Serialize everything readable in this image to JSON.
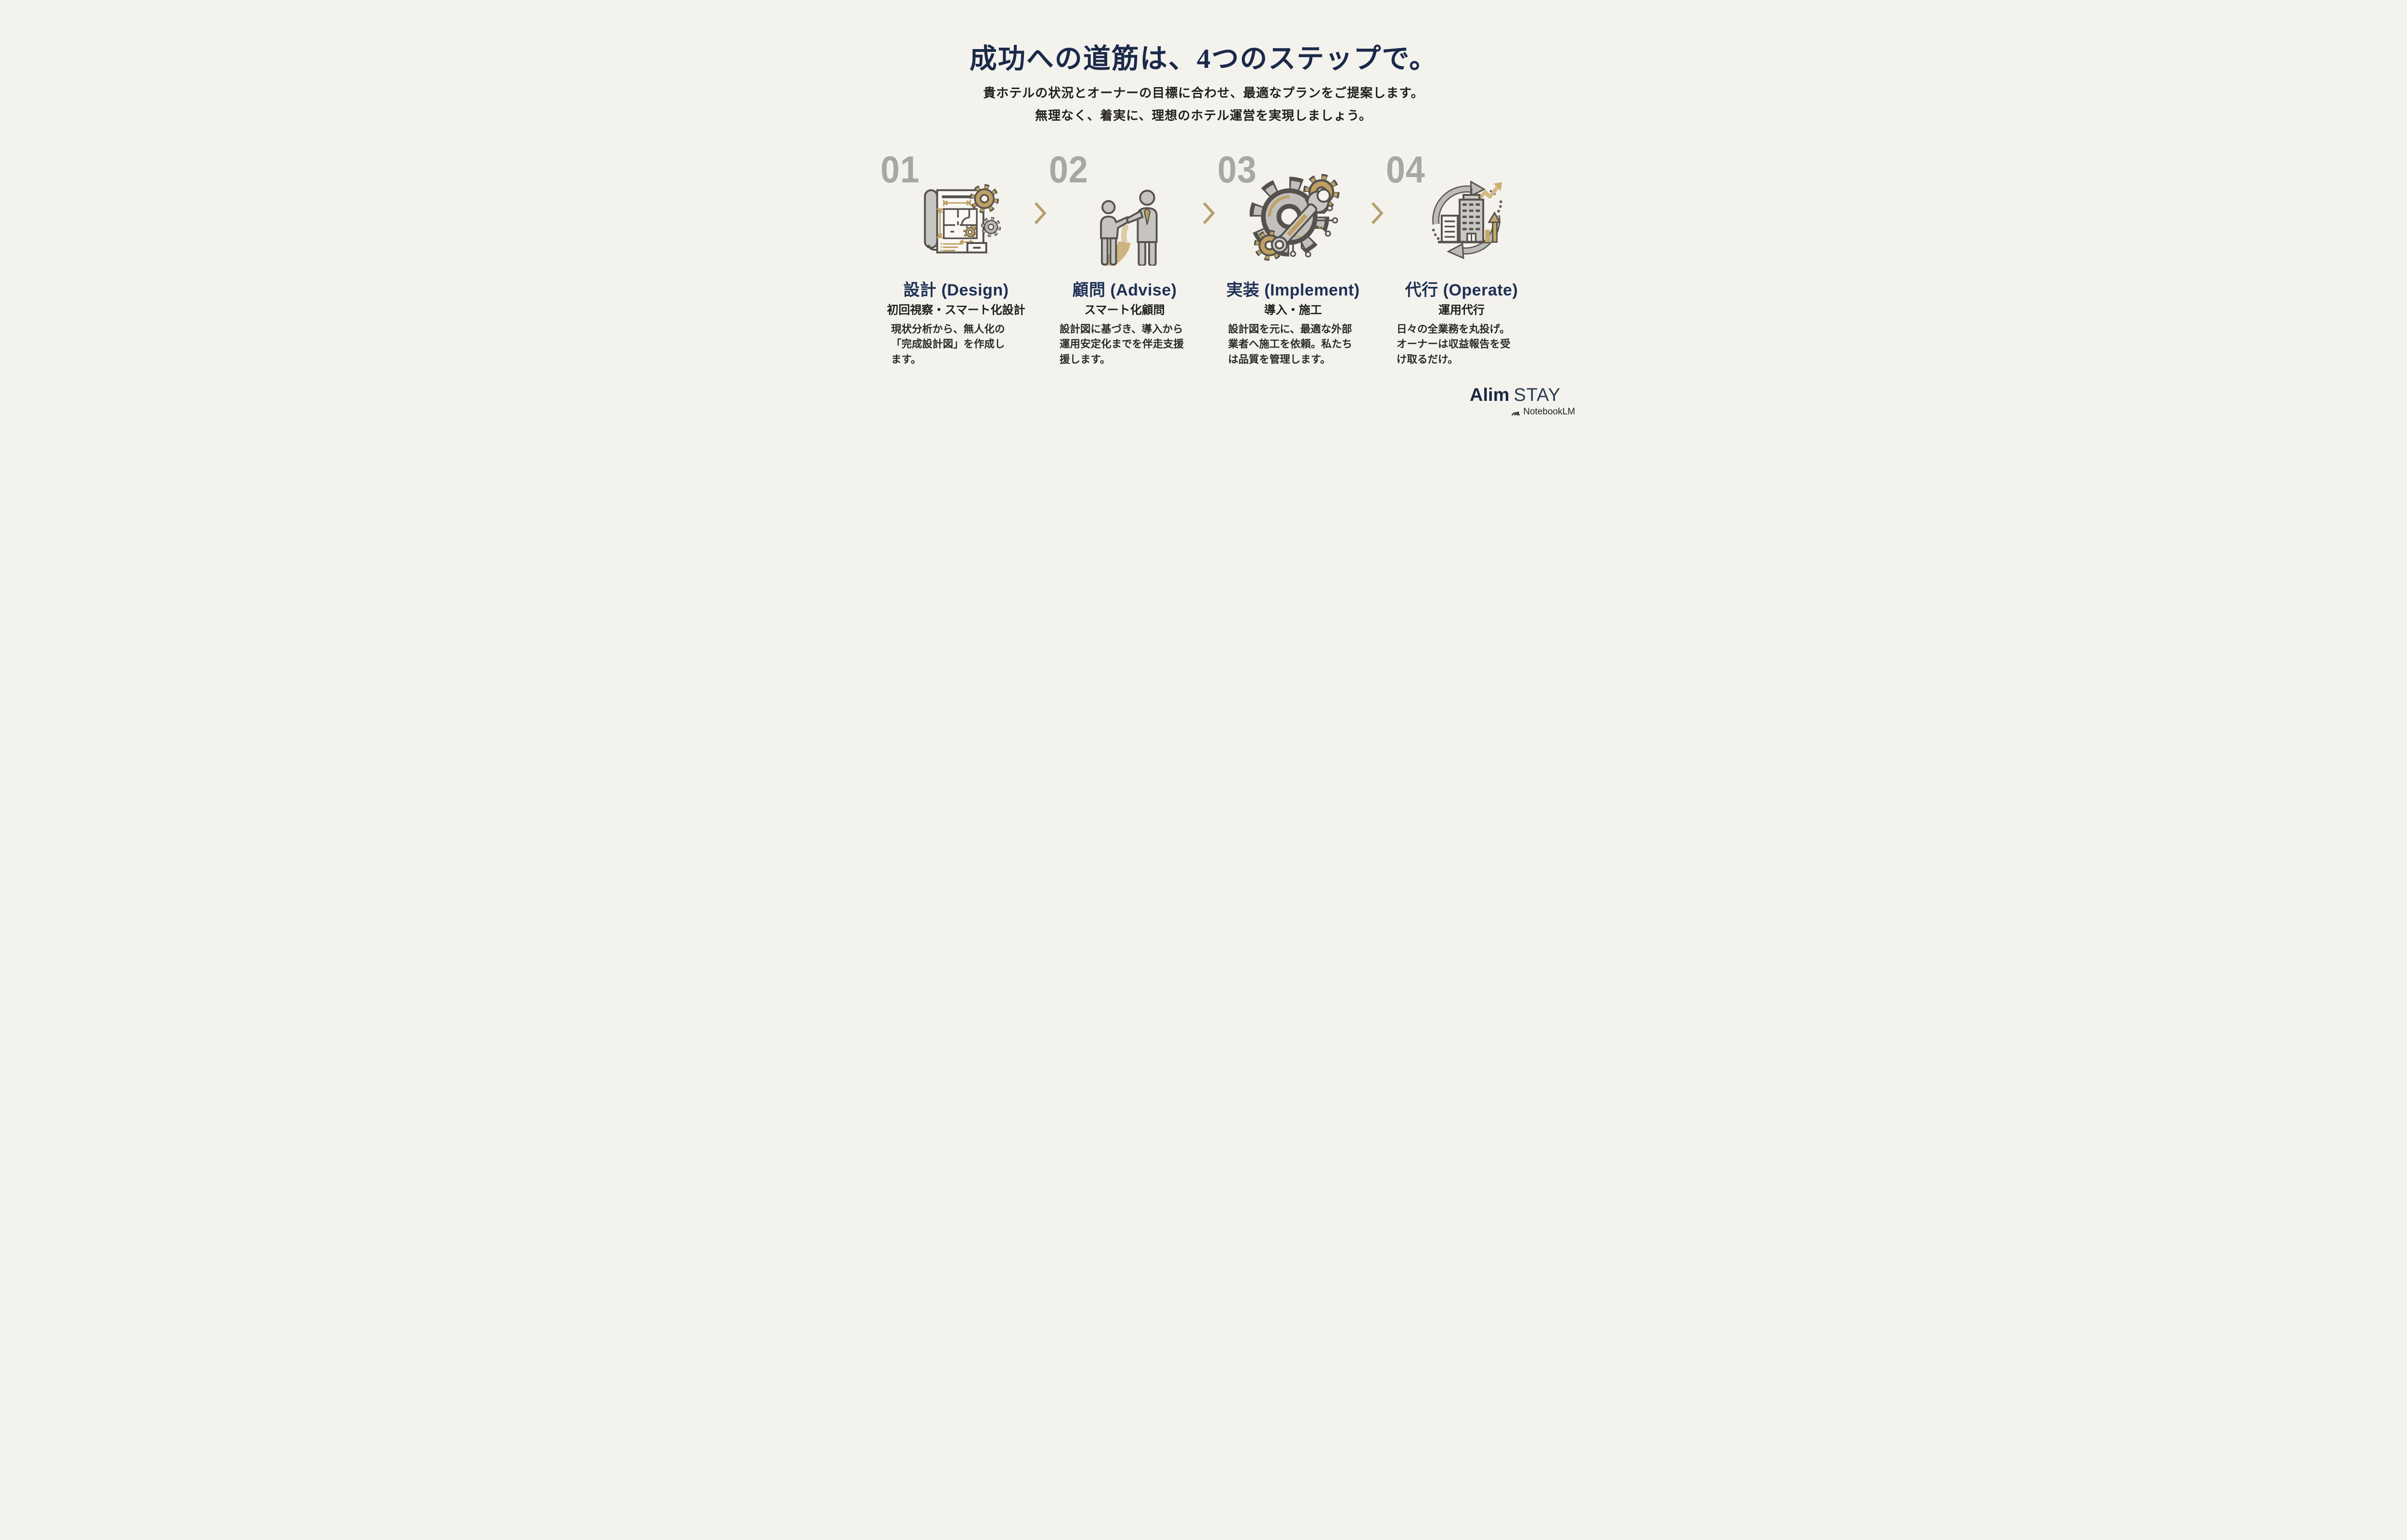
{
  "slide": {
    "title": "成功への道筋は、4つのステップで。",
    "subtitle_lines": [
      "貴ホテルの状況とオーナーの目標に合わせ、最適なプランをご提案します。",
      "無理なく、着実に、理想のホテル運営を実現しましょう。"
    ],
    "steps": [
      {
        "number": "01",
        "icon": "blueprint-gears-icon",
        "title": "設計 (Design)",
        "subtitle": "初回視察・スマート化設計",
        "description_lines": [
          "現状分析から、無人化の",
          "「完成設計図」を作成し",
          "ます。"
        ]
      },
      {
        "number": "02",
        "icon": "handshake-people-icon",
        "title": "顧問 (Advise)",
        "subtitle": "スマート化顧問",
        "description_lines": [
          "設計図に基づき、導入から",
          "運用安定化までを伴走支援",
          "援します。"
        ]
      },
      {
        "number": "03",
        "icon": "gear-wrench-icon",
        "title": "実装 (Implement)",
        "subtitle": "導入・施工",
        "description_lines": [
          "設計図を元に、最適な外部",
          "業者へ施工を依頼。私たち",
          "は品質を管理します。"
        ]
      },
      {
        "number": "04",
        "icon": "building-cycle-icon",
        "title": "代行 (Operate)",
        "subtitle": "運用代行",
        "description_lines": [
          "日々の全業務を丸投げ。",
          "オーナーは収益報告を受",
          "け取るだけ。"
        ]
      }
    ],
    "separator_icon": "chevron-right-icon",
    "footer": {
      "brand_primary": "Alim",
      "brand_secondary": "STAY",
      "watermark_icon": "notebooklm-icon",
      "watermark": "NotebookLM"
    },
    "colors": {
      "background": "#f4f2ed",
      "title_navy": "#1b2a4a",
      "step_title_navy": "#1e3055",
      "body_text": "#2a2927",
      "number_gray": "#a9a7a3",
      "gold": "#bf9f63",
      "icon_gray": "#c6c4c0",
      "icon_outline": "#55524d"
    }
  }
}
